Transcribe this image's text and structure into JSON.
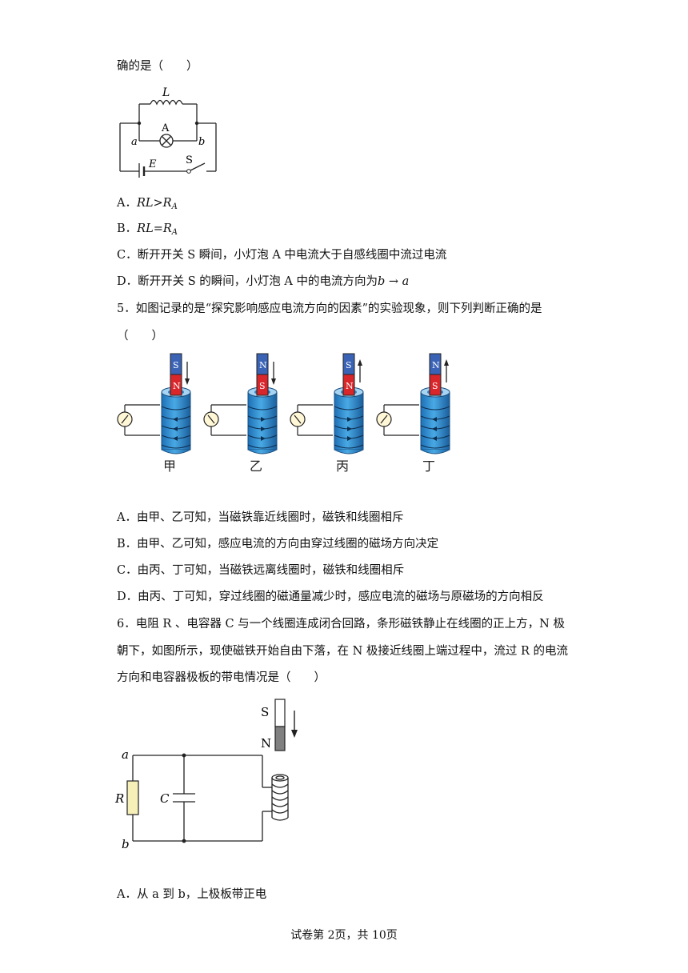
{
  "q4": {
    "stem_tail": "确的是（　　）",
    "figure": {
      "L": "L",
      "A": "A",
      "a": "a",
      "b": "b",
      "E": "E",
      "S": "S"
    },
    "options": {
      "A": {
        "prefix": "A．",
        "text": "RL>R",
        "sub": "A"
      },
      "B": {
        "prefix": "B．",
        "text": "RL=R",
        "sub": "A"
      },
      "C": "C．断开开关 S 瞬间，小灯泡 A 中电流大于自感线圈中流过电流",
      "D": {
        "text": "D．断开开关 S 的瞬间，小灯泡 A 中的电流方向为",
        "formula": "b → a"
      }
    }
  },
  "q5": {
    "stem_line1": "5．如图记录的是“探究影响感应电流方向的因素”的实验现象，则下列判断正确的是",
    "stem_line2": "（　　）",
    "panels": [
      {
        "label": "甲",
        "top": "S",
        "bottom": "N"
      },
      {
        "label": "乙",
        "top": "N",
        "bottom": "S"
      },
      {
        "label": "丙",
        "top": "S",
        "bottom": "N"
      },
      {
        "label": "丁",
        "top": "N",
        "bottom": "S"
      }
    ],
    "options": [
      "A．由甲、乙可知，当磁铁靠近线圈时，磁铁和线圈相斥",
      "B．由甲、乙可知，感应电流的方向由穿过线圈的磁场方向决定",
      "C．由丙、丁可知，当磁铁远离线圈时，磁铁和线圈相斥",
      "D．由丙、丁可知，穿过线圈的磁通量减少时，感应电流的磁场与原磁场的方向相反"
    ]
  },
  "q6": {
    "line1": "6．电阻 R 、电容器 C 与一个线圈连成闭合回路，条形磁铁静止在线圈的正上方，N 极",
    "line2": "朝下，如图所示，现使磁铁开始自由下落，在 N 极接近线圈上端过程中，流过 R 的电流",
    "line3": "方向和电容器极板的带电情况是（　　）",
    "figure": {
      "S": "S",
      "N": "N",
      "a": "a",
      "b": "b",
      "R": "R",
      "C": "C"
    },
    "optionA": "A．从 a 到 b，上极板带正电"
  },
  "footer": "试卷第 2页，共 10页"
}
